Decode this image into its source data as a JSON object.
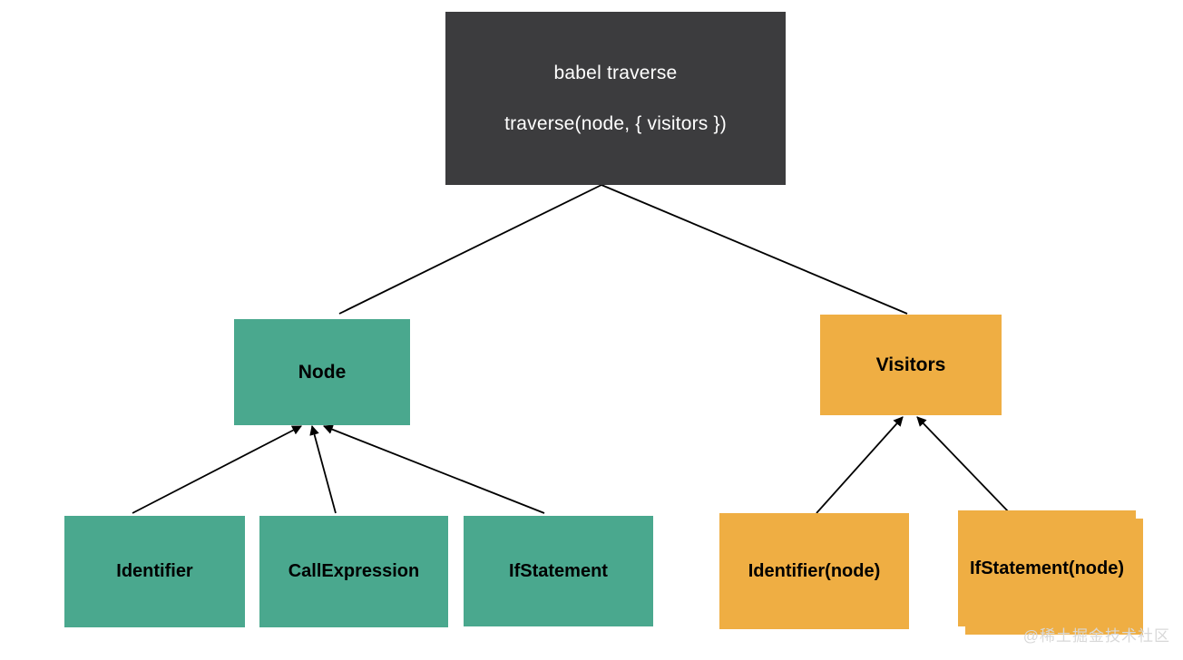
{
  "diagram": {
    "background_color": "#ffffff",
    "palette": {
      "root": "#3c3c3e",
      "root_text": "#ffffff",
      "node_green": "#4aa88e",
      "visitor_orange": "#efae43",
      "label_text": "#000000",
      "edge": "#000000",
      "watermark": "#d8d8d8"
    },
    "root": {
      "title": "babel traverse",
      "signature": "traverse(node, { visitors })"
    },
    "branches": [
      {
        "id": "node-branch",
        "label": "Node",
        "color": "#4aa88e",
        "children": [
          {
            "id": "identifier",
            "label": "Identifier"
          },
          {
            "id": "call-expression",
            "label": "CallExpression"
          },
          {
            "id": "if-statement",
            "label": "IfStatement"
          }
        ]
      },
      {
        "id": "visitors-branch",
        "label": "Visitors",
        "color": "#efae43",
        "children": [
          {
            "id": "identifier-node",
            "label": "Identifier(node)"
          },
          {
            "id": "if-statement-node",
            "label": "IfStatement(node)"
          }
        ]
      }
    ],
    "watermark": "@稀土掘金技术社区"
  }
}
